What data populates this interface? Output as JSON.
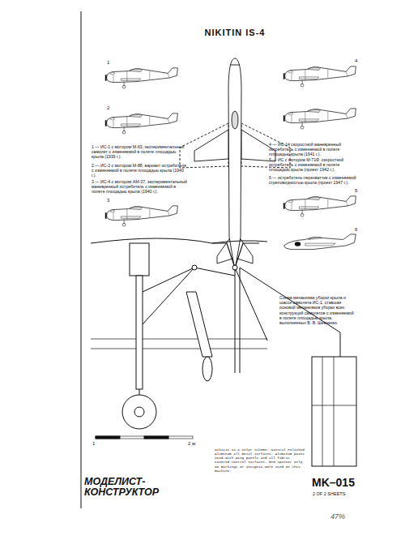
{
  "diagram": {
    "title": "NIKITIN IS-4",
    "labels": [
      "1 — ИС-1 с мотором М-63, экспериментальный самолет с изменяемой в полете площадью крыла (1939 г.).",
      "2 — ИС-2 с мотором М-88, вариант истребителя с изменяемой в полете площадью крыла (1940 г.).",
      "3 — ИС-4 с мотором АМ-37, экспериментальный маневренный истребитель с изменяемой в полете площадью крыла (1940 г.).",
      "4 — ИС-14 скоростной маневренный истребитель с изменяемой в полете площадью крыла (1941 г.).",
      "5 — ИС с мотором М-71Ф, скоростной истребитель с изменяемой в полете площадью крыла (проект 1942 г.).",
      "6 — истребитель-перехватчик с изменяемой стреловидностью крыла (проект 1947 г.).",
      "Схема механизма уборки крыла и шасси самолета ИС-1, ставшая основой механизмов уборки всех конструкций самолетов с изменяемой в полете площадью крыла, выполненных В. В. Шевченко.",
      "1",
      "2 м",
      "Nikitin IS-4 Color Scheme: Natural Polished Aluminum all metal surfaces. Aluminum paint used with wing panels and all fabric covered control surfaces. Red spinner only. No markings or insignia were used on this machine.",
      "МОДЕЛИСТ- КОНСТРУКТОР",
      "MK–015",
      "2 OF 2 SHEETS",
      "47%",
      "1",
      "2",
      "3",
      "4",
      "5",
      "6"
    ]
  }
}
